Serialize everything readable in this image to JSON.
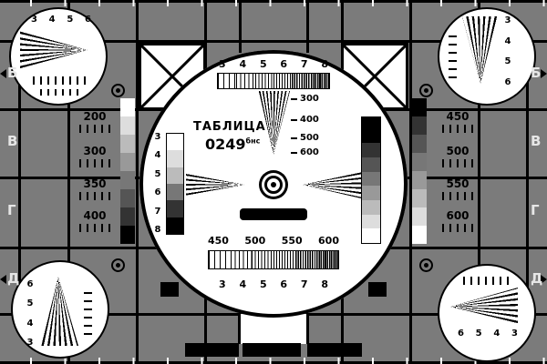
{
  "colors": {
    "background_gray": "#7b7b7b",
    "pattern_black": "#000000",
    "pattern_white": "#ffffff",
    "edge_letter_gray": "#e6e6e6"
  },
  "center_circle": {
    "title": "ТАБЛИЦА",
    "code": "0249",
    "code_suffix": "бнс",
    "top_frequency_labels": [
      "3",
      "4",
      "5",
      "6",
      "7",
      "8"
    ],
    "vertical_wedge_labels": [
      "300",
      "400",
      "500",
      "600"
    ],
    "left_step_labels": [
      "3",
      "4",
      "5",
      "6",
      "7",
      "8"
    ],
    "line_count_labels": [
      "450",
      "500",
      "550",
      "600"
    ],
    "bottom_frequency_labels": [
      "3",
      "4",
      "5",
      "6",
      "7",
      "8"
    ]
  },
  "left_column": {
    "line_labels": [
      "200",
      "300",
      "350",
      "400"
    ]
  },
  "right_column": {
    "line_labels": [
      "450",
      "500",
      "550",
      "600"
    ]
  },
  "row_letters": {
    "left": [
      "Б",
      "В",
      "Г",
      "Д"
    ],
    "right": [
      "Б",
      "В",
      "Г",
      "Д"
    ]
  },
  "corner_circles": {
    "top_left": {
      "labels": [
        "3",
        "4",
        "5",
        "6"
      ]
    },
    "top_right": {
      "labels": [
        "3",
        "4",
        "5",
        "6"
      ]
    },
    "bottom_left": {
      "labels": [
        "6",
        "5",
        "4",
        "3"
      ]
    },
    "bottom_right": {
      "labels": [
        "6",
        "5",
        "4",
        "3"
      ]
    }
  }
}
